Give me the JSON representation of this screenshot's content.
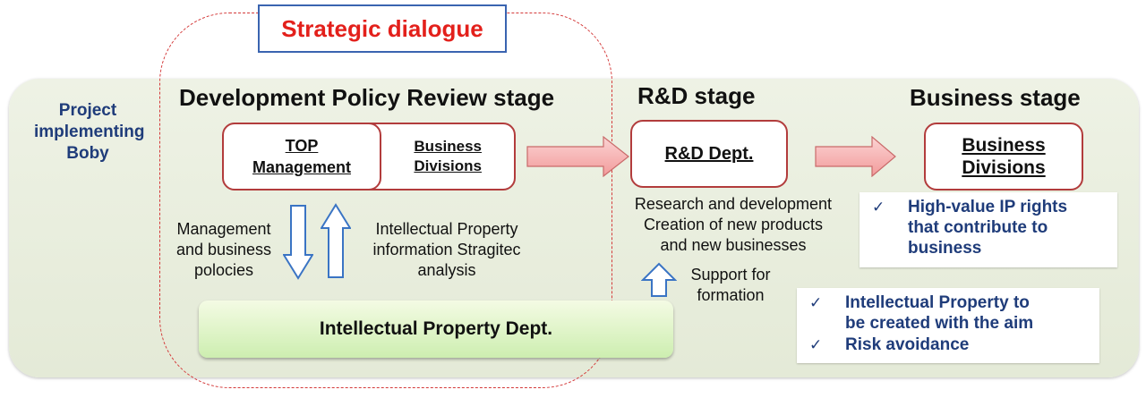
{
  "strategic_dialogue": "Strategic dialogue",
  "project_label": [
    "Project",
    "implementing",
    "Boby"
  ],
  "stages": {
    "policy": "Development Policy Review stage",
    "rd": "R&D stage",
    "business": "Business stage"
  },
  "boxes": {
    "top_mgmt": [
      "TOP",
      "Management"
    ],
    "business_div_small": [
      "Business",
      "Divisions"
    ],
    "rd_dept": "R&D Dept.",
    "business_div_large": [
      "Business",
      "Divisions"
    ],
    "ip_dept": "Intellectual Property Dept."
  },
  "labels": {
    "mgmt_policies": [
      "Management",
      "and business",
      "polocies"
    ],
    "ip_info": [
      "Intellectual Property",
      "information Stragitec",
      "analysis"
    ],
    "rd_activities": [
      "Research and development",
      "Creation of new products",
      "and new businesses"
    ],
    "support": [
      "Support for",
      "formation"
    ]
  },
  "checklists": {
    "business_value": [
      [
        "High-value IP rights",
        "that contribute to",
        "business"
      ]
    ],
    "ip_aims": [
      [
        "Intellectual Property to",
        "be created with the aim"
      ],
      [
        "Risk avoidance"
      ]
    ]
  },
  "colors": {
    "accent_red": "#e3201b",
    "navy_text": "#1f3c7a",
    "box_border": "#b23c3c",
    "arrow_pink": "#f6b8b8",
    "arrow_blue": "#3a74c4"
  },
  "icons": {
    "check": "✓"
  }
}
